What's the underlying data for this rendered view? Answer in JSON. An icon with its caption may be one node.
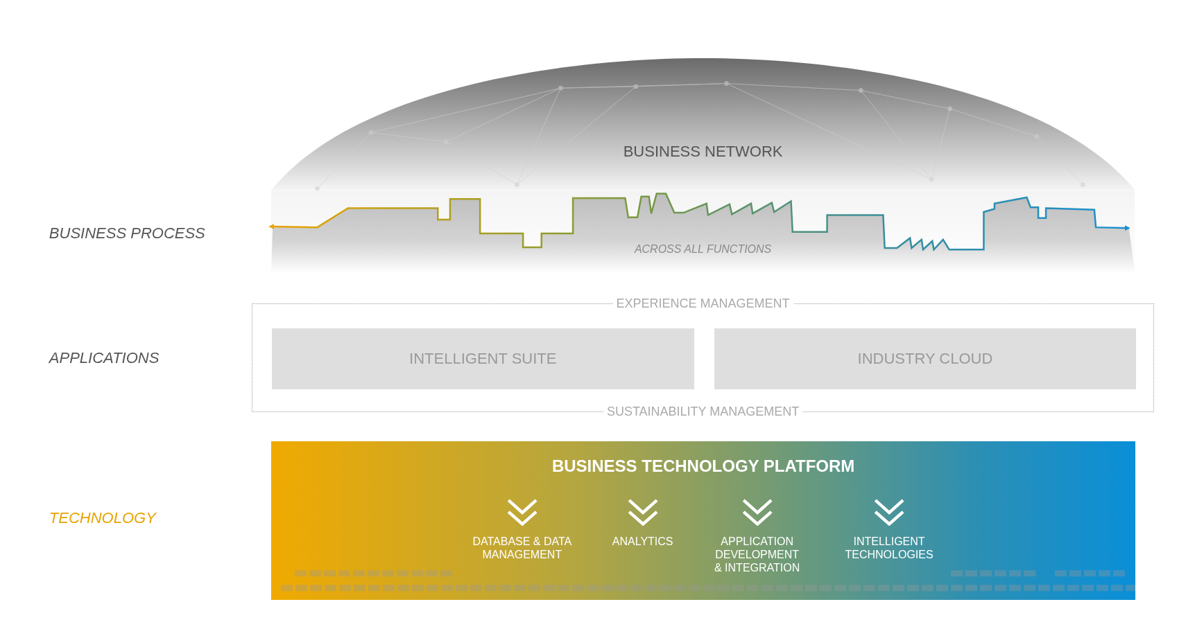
{
  "diagram": {
    "nodes": [
      {
        "text": [
          "BUSINESS NETWORK"
        ]
      },
      {
        "text": [
          "ACROSS ALL FUNCTIONS"
        ]
      },
      {
        "text": [
          "EXPERIENCE MANAGEMENT",
          "SUSTAINABILITY MANAGEMENT"
        ]
      },
      {
        "text": [
          "INTELLIGENT SUITE"
        ],
        "in": 2
      },
      {
        "text": [
          "INDUSTRY CLOUD"
        ],
        "in": 2
      },
      {
        "text": [
          "BUSINESS TECHNOLOGY PLATFORM"
        ]
      }
    ],
    "edges": [],
    "labels": [
      "BUSINESS PROCESS",
      "APPLICATIONS",
      "TECHNOLOGY",
      "DATABASE & DATA MANAGEMENT",
      "ANALYTICS",
      "APPLICATION DEVELOPMENT & INTEGRATION",
      "INTELLIGENT TECHNOLOGIES"
    ]
  }
}
